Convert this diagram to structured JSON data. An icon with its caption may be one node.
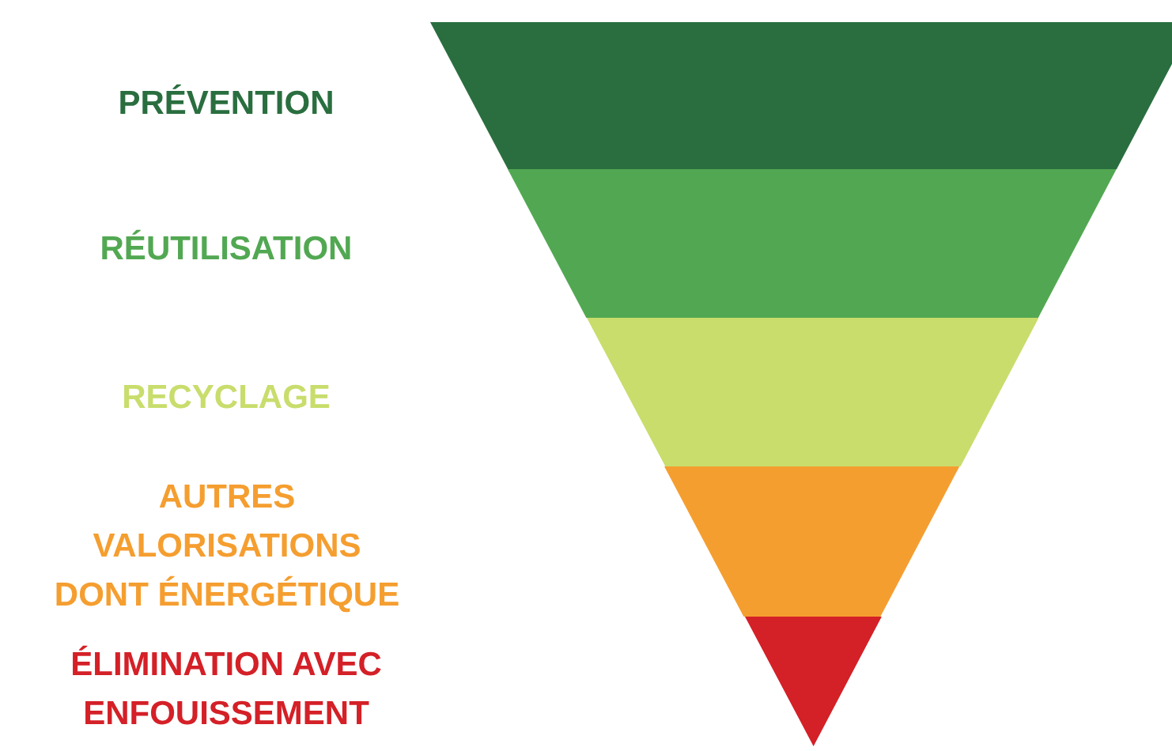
{
  "diagram": {
    "nodes": [
      {
        "text": [],
        "shape": "bar"
      },
      {
        "text": [],
        "shape": "bar"
      },
      {
        "text": [],
        "shape": "bar"
      },
      {
        "text": [],
        "shape": "bar"
      },
      {
        "text": [],
        "shape": "bar"
      }
    ],
    "labels": [
      "PRÉVENTION",
      "RÉUTILISATION",
      "RECYCLAGE",
      "AUTRES VALORISATIONS DONT ÉNERGÉTIQUE",
      "ÉLIMINATION AVEC ENFOUISSEMENT"
    ]
  }
}
